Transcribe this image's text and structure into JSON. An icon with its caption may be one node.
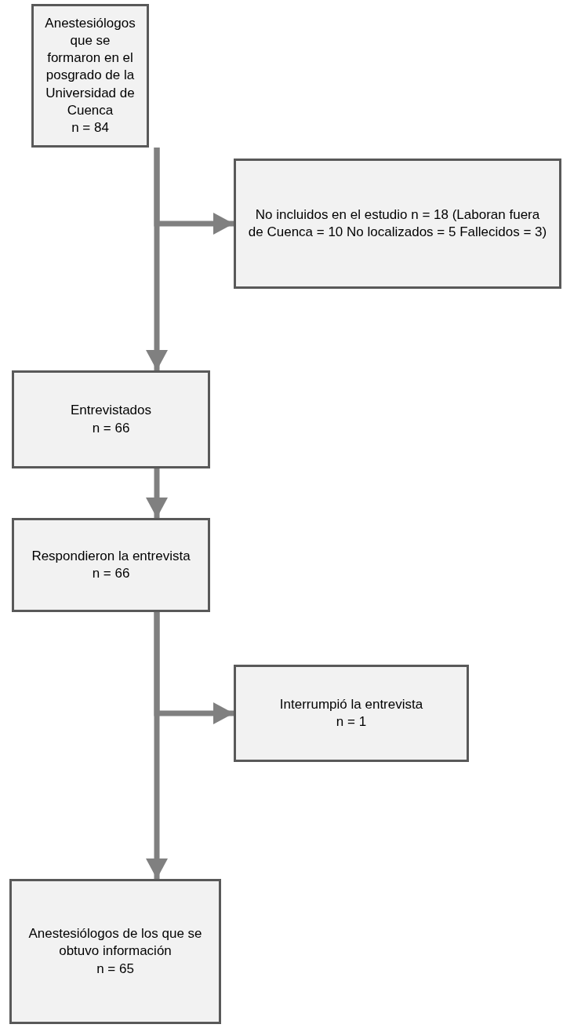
{
  "diagram": {
    "nodes": [
      {
        "text": [
          "Anestesiólogos que se formaron en el posgrado de la Universidad de Cuenca",
          "n = 84"
        ]
      },
      {
        "text": [
          "No incluidos en el estudio n = 18 (Laboran fuera de Cuenca  = 10 No localizados = 5 Fallecidos = 3)"
        ]
      },
      {
        "text": [
          "Entrevistados",
          "n = 66"
        ]
      },
      {
        "text": [
          "Respondieron la entrevista",
          "n = 66"
        ]
      },
      {
        "text": [
          "Interrumpió la entrevista",
          "n = 1"
        ]
      },
      {
        "text": [
          "Anestesiólogos de los que se obtuvo información",
          "n = 65"
        ]
      }
    ],
    "edges": [
      {
        "from": 0,
        "to": 2,
        "arrow": "to"
      },
      {
        "from": 0,
        "to": 1,
        "arrow": "to"
      },
      {
        "from": 2,
        "to": 3,
        "arrow": "to"
      },
      {
        "from": 3,
        "to": 5,
        "arrow": "to"
      },
      {
        "from": 3,
        "to": 4,
        "arrow": "to"
      }
    ]
  }
}
